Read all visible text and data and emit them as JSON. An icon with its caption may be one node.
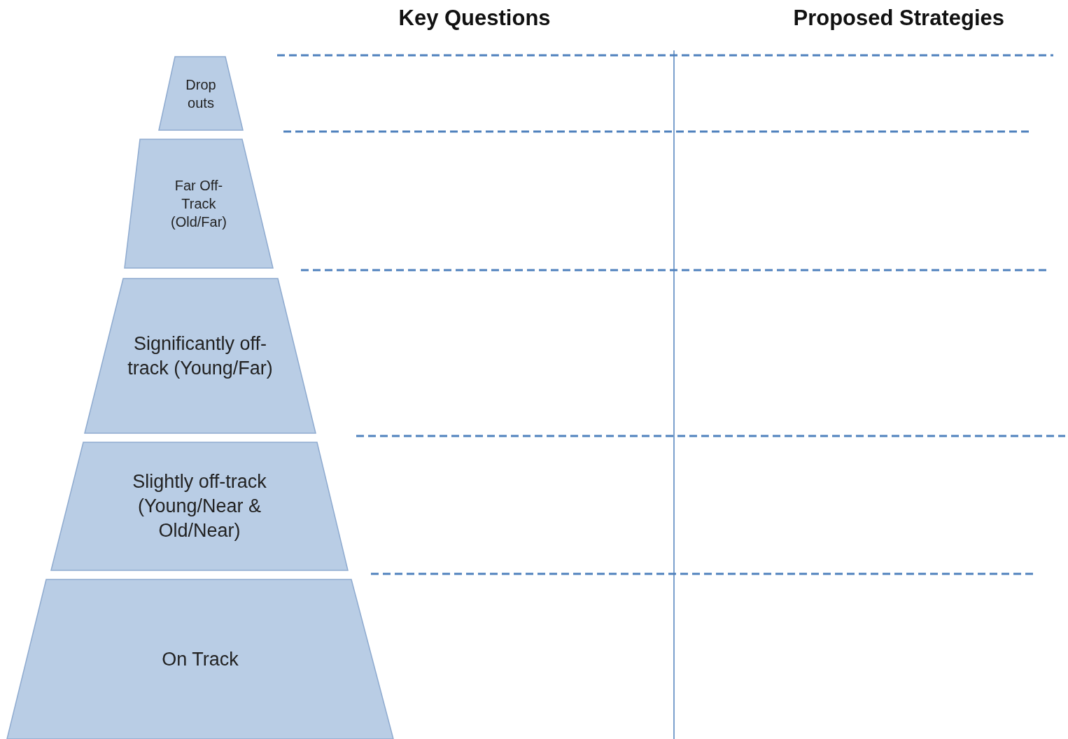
{
  "diagram": {
    "nodes": [
      {
        "text": [
          "Drop outs"
        ]
      },
      {
        "text": [
          "Far Off-Track (Old/Far)"
        ]
      },
      {
        "text": [
          "Significantly off-track (Young/Far)"
        ]
      },
      {
        "text": [
          "Slightly off-track (Young/Near & Old/Near)"
        ]
      },
      {
        "text": [
          "On Track"
        ]
      }
    ],
    "edges": [],
    "labels": [
      "Key Questions",
      "Proposed Strategies"
    ]
  }
}
